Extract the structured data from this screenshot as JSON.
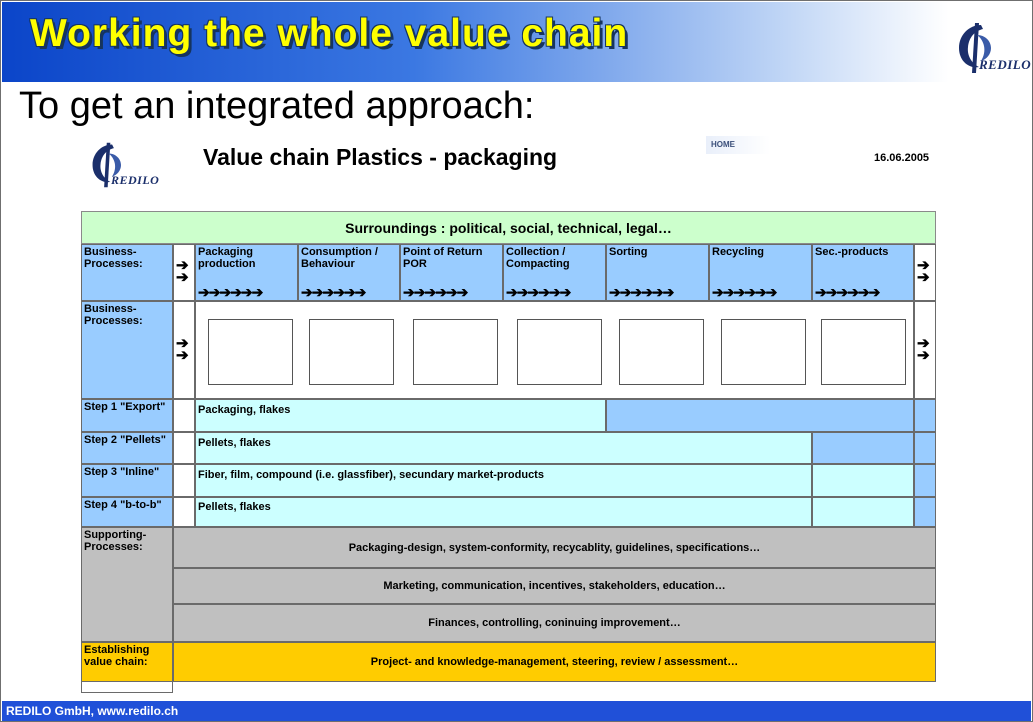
{
  "slide": {
    "title": "Working the whole value chain",
    "subtitle": "To get an integrated approach:",
    "footer": "REDILO GmbH, www.redilo.ch",
    "logo_text": "REDILO"
  },
  "panel": {
    "heading": "Value chain Plastics - packaging",
    "home_label": "HOME",
    "date": "16.06.2005"
  },
  "table": {
    "surroundings": "Surroundings : political, social, technical, legal…",
    "process_label": "Business-Processes:",
    "processes": [
      "Packaging production",
      "Consumption / Behaviour",
      "Point of Return POR",
      "Collection / Compacting",
      "Sorting",
      "Recycling",
      "Sec.-products"
    ],
    "arrow_glyphs": "➔➔➔➔➔➔",
    "double_arrow": "➔",
    "images_label": "Business-Processes:",
    "steps": [
      {
        "label": "Step 1 \"Export\"",
        "text": "Packaging,  flakes"
      },
      {
        "label": "Step 2 \"Pellets\"",
        "text": "Pellets, flakes"
      },
      {
        "label": "Step 3 \"Inline\"",
        "text": "Fiber, film, compound (i.e. glassfiber), secundary market-products"
      },
      {
        "label": "Step 4 \"b-to-b\"",
        "text": "Pellets, flakes"
      }
    ],
    "supporting_label": "Supporting-Processes:",
    "supporting": [
      "Packaging-design, system-conformity, recycablity, guidelines, specifications…",
      "Marketing, communication, incentives, stakeholders, education…",
      "Finances, controlling, coninuing improvement…"
    ],
    "establishing_label": "Establishing value chain:",
    "establishing_text": "Project- and knowledge-management,  steering, review / assessment…"
  },
  "colors": {
    "header_blue": "#0b45c9",
    "title_yellow": "#ffff00",
    "green": "#ccffcc",
    "blue": "#99ccff",
    "cyan": "#ccffff",
    "grey": "#c0c0c0",
    "gold": "#ffcc00",
    "footer_blue": "#2050d8"
  }
}
